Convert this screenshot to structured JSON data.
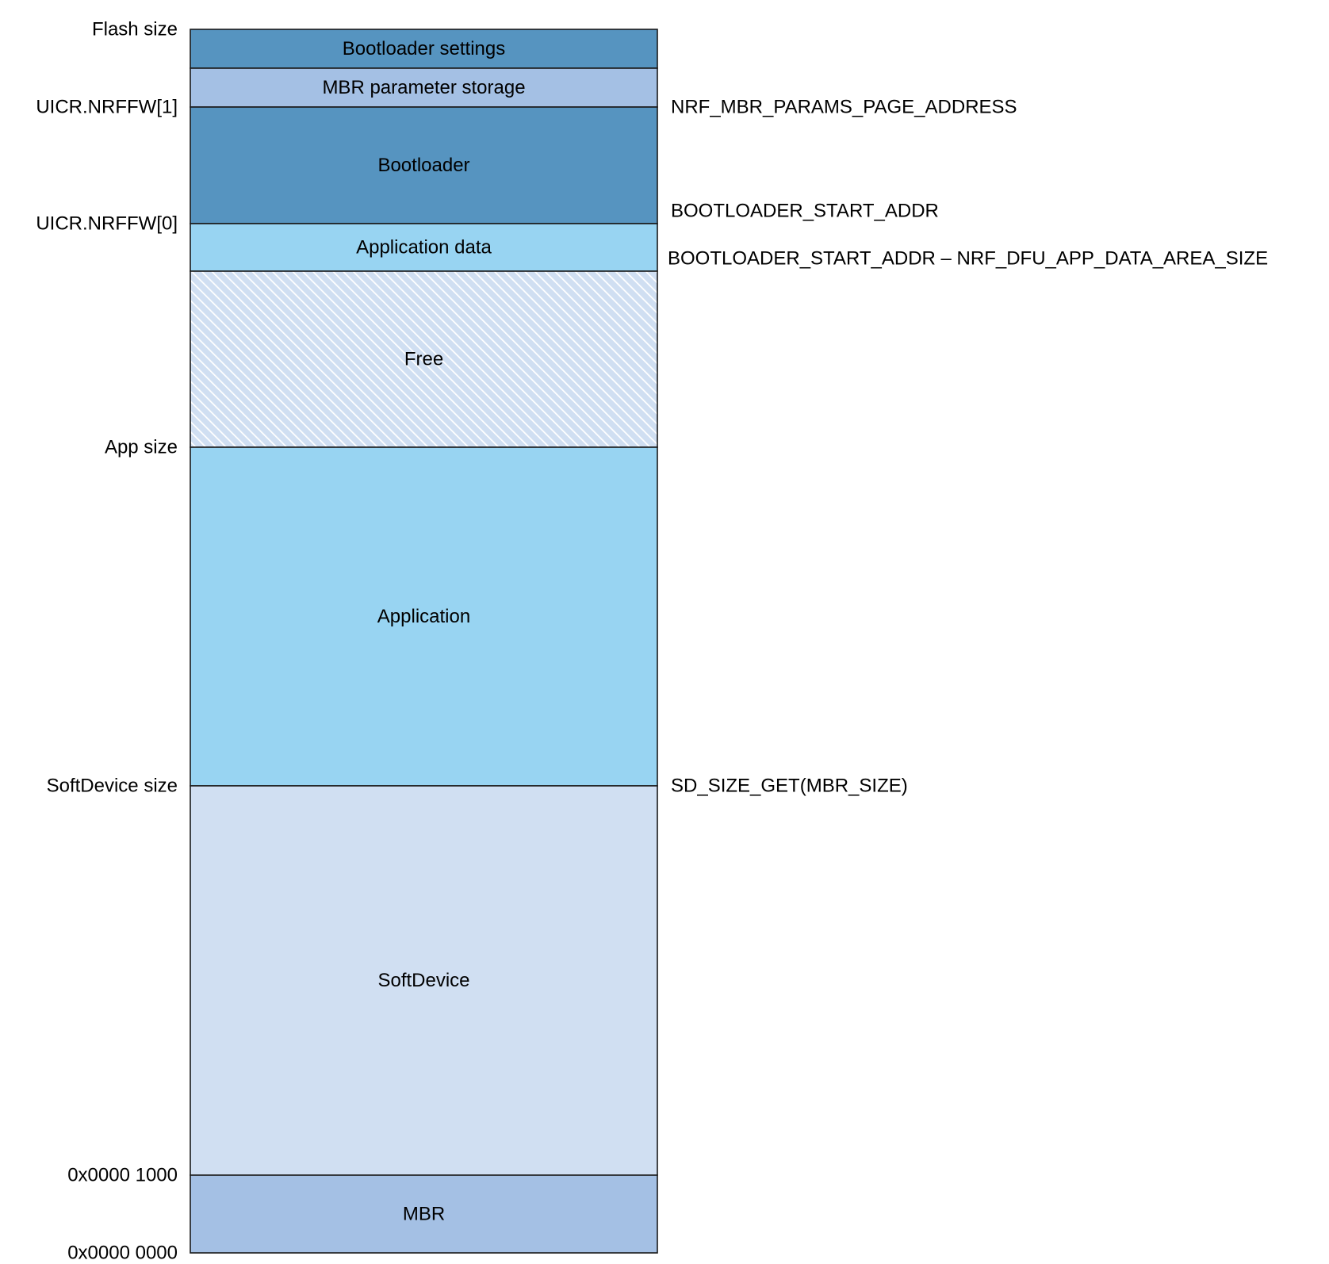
{
  "diagram": {
    "segments": [
      {
        "id": "bootloader-settings",
        "label": "Bootloader settings",
        "fill": "#5694c0",
        "pattern": false
      },
      {
        "id": "mbr-parameter-storage",
        "label": "MBR parameter storage",
        "fill": "#a4c0e4",
        "pattern": false
      },
      {
        "id": "bootloader",
        "label": "Bootloader",
        "fill": "#5694c0",
        "pattern": false
      },
      {
        "id": "application-data",
        "label": "Application data",
        "fill": "#98d4f2",
        "pattern": false
      },
      {
        "id": "free",
        "label": "Free",
        "fill": "#d0dff2",
        "pattern": true
      },
      {
        "id": "application",
        "label": "Application",
        "fill": "#98d4f2",
        "pattern": false
      },
      {
        "id": "softdevice",
        "label": "SoftDevice",
        "fill": "#d0dff2",
        "pattern": false
      },
      {
        "id": "mbr",
        "label": "MBR",
        "fill": "#a4c0e4",
        "pattern": false
      }
    ],
    "left_labels": [
      {
        "id": "flash-size",
        "text": "Flash size"
      },
      {
        "id": "uicr-nrffw-1",
        "text": "UICR.NRFFW[1]"
      },
      {
        "id": "uicr-nrffw-0",
        "text": "UICR.NRFFW[0]"
      },
      {
        "id": "app-size",
        "text": "App size"
      },
      {
        "id": "softdevice-size",
        "text": "SoftDevice size"
      },
      {
        "id": "addr-0x1000",
        "text": "0x0000 1000"
      },
      {
        "id": "addr-0x0000",
        "text": "0x0000 0000"
      }
    ],
    "right_labels": [
      {
        "id": "nrf-mbr-params-page-address",
        "text": "NRF_MBR_PARAMS_PAGE_ADDRESS"
      },
      {
        "id": "bootloader-start-addr",
        "text": "BOOTLOADER_START_ADDR"
      },
      {
        "id": "app-data-area-start",
        "text": "BOOTLOADER_START_ADDR – NRF_DFU_APP_DATA_AREA_SIZE"
      },
      {
        "id": "sd-size-get",
        "text": "SD_SIZE_GET(MBR_SIZE)"
      }
    ],
    "colors": {
      "border": "#1a1a1a",
      "hatch": "#ffffff"
    }
  }
}
